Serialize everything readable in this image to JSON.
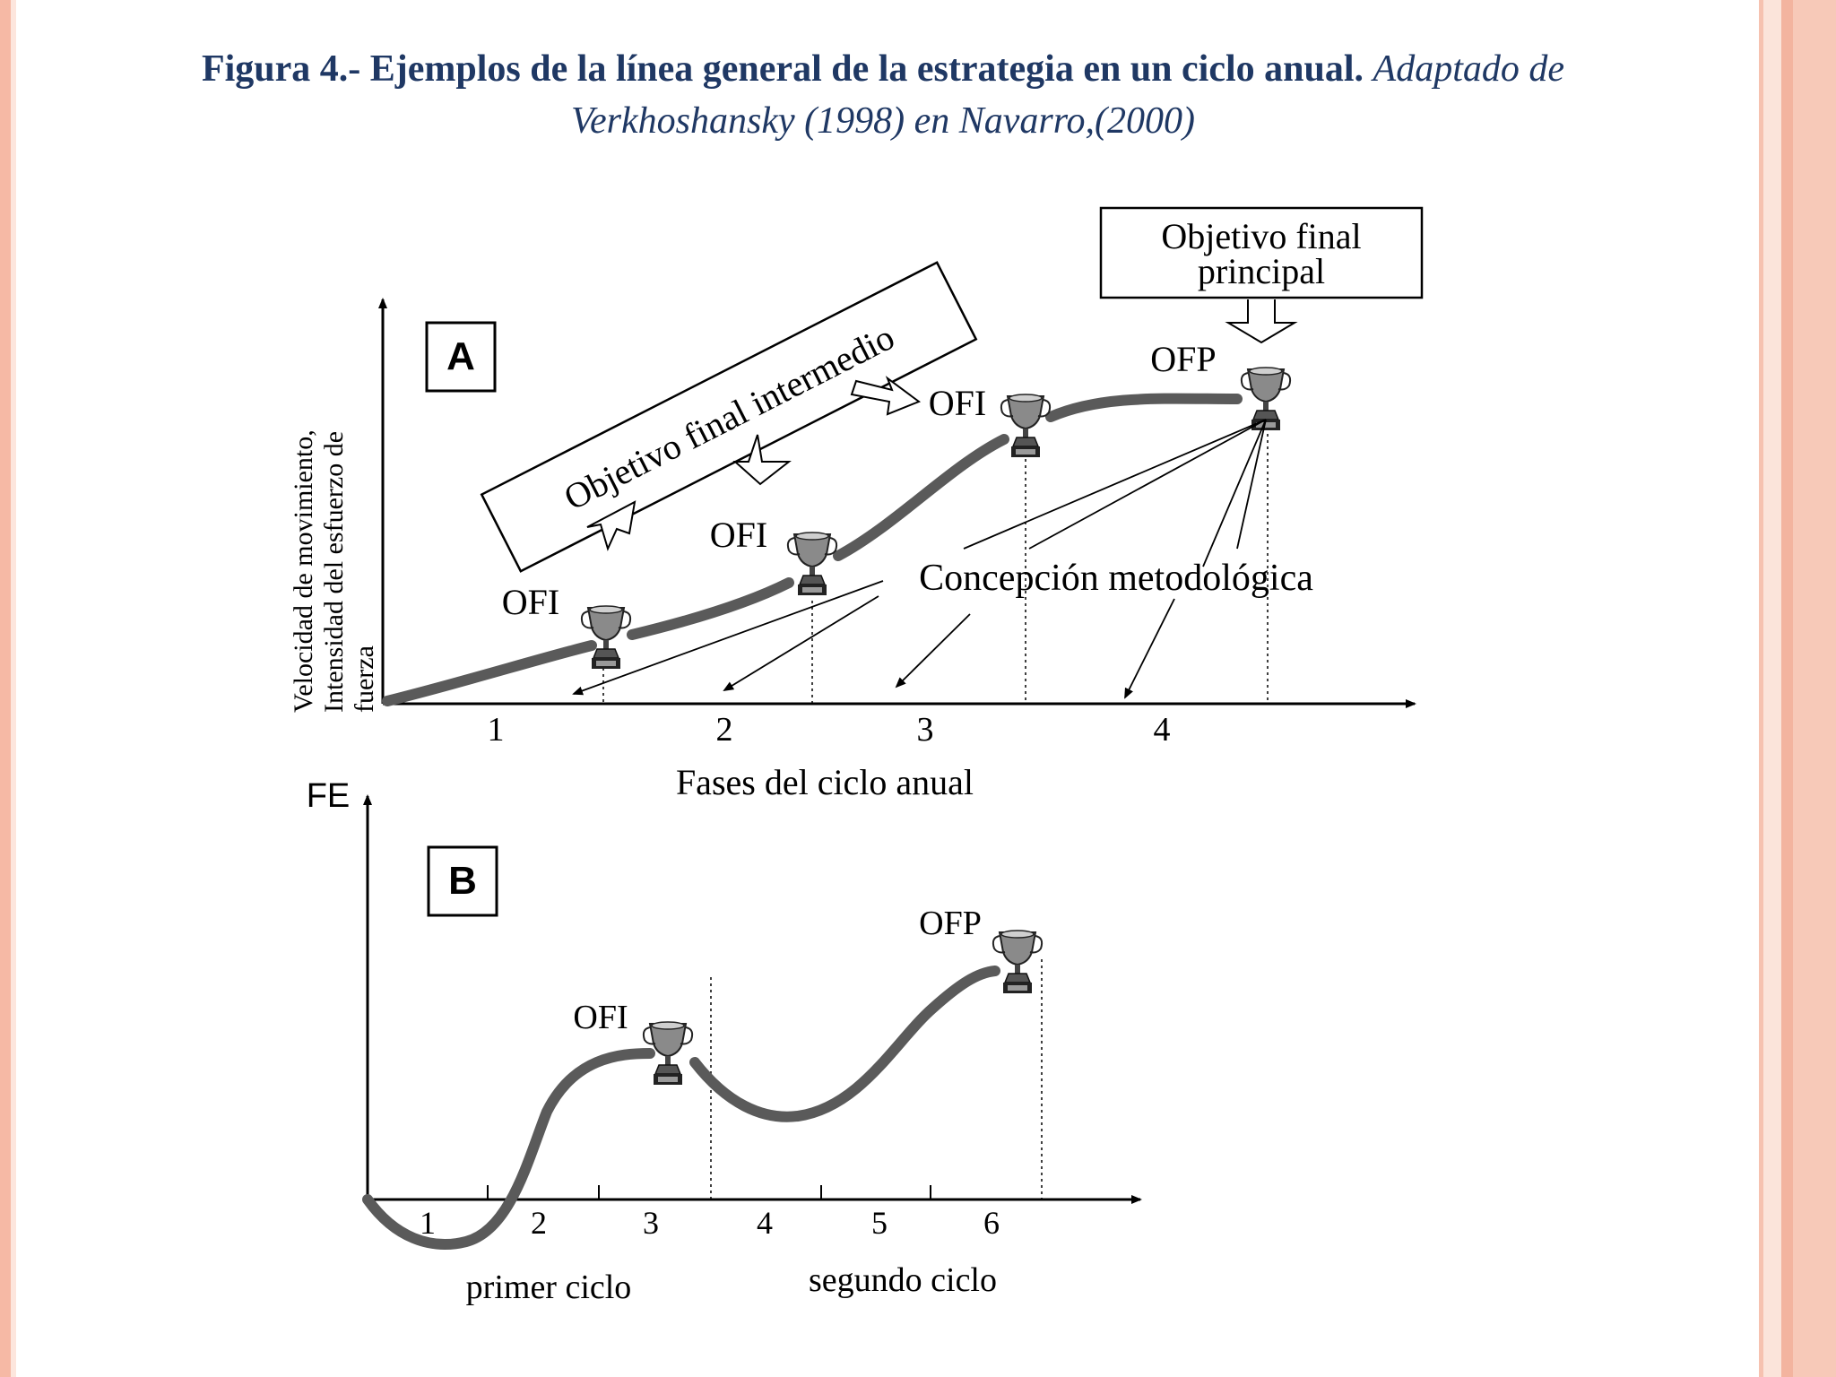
{
  "caption": {
    "bold": "Figura 4.- Ejemplos de la línea general de la estrategia en un ciclo anual.",
    "italic_1": "Adaptado de",
    "italic_2": "Verkhoshansky (1998) en Navarro,(2000)"
  },
  "panel_a": {
    "label": "A",
    "y_axis_label_1": "Velocidad de movimiento,",
    "y_axis_label_2": "Intensidad del esfuerzo de",
    "y_axis_label_3": "fuerza",
    "x_axis_title": "Fases del ciclo anual",
    "phases": [
      "1",
      "2",
      "3",
      "4"
    ],
    "ofi_label": "OFI",
    "ofp_label": "OFP",
    "intermediate_box": "Objetivo final intermedio",
    "final_box_1": "Objetivo final",
    "final_box_2": "principal",
    "methodology": "Concepción metodológica"
  },
  "panel_b": {
    "label": "B",
    "y_axis_label": "FE",
    "ticks": [
      "1",
      "2",
      "3",
      "4",
      "5",
      "6"
    ],
    "first_cycle": "primer ciclo",
    "second_cycle": "segundo ciclo",
    "ofi_label": "OFI",
    "ofp_label": "OFP"
  },
  "colors": {
    "curve": "#5a5a5a",
    "caption": "#1f3864",
    "edge": "#f6b9a5"
  },
  "icons": [
    "trophy-icon"
  ]
}
